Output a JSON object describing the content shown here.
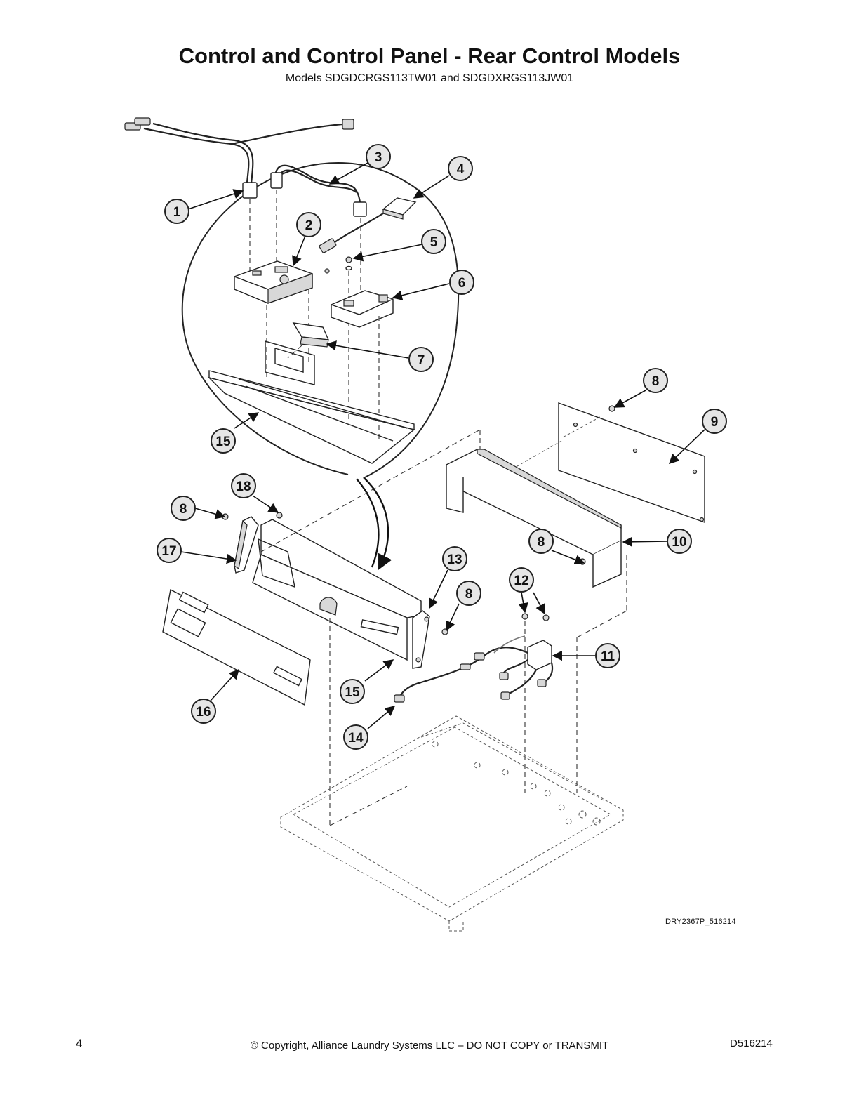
{
  "header": {
    "title": "Control and Control Panel - Rear Control Models",
    "subtitle": "Models SDGDCRGS113TW01 and SDGDXRGS113JW01"
  },
  "diagram": {
    "drawing_id": "DRY2367P_516214",
    "callouts": [
      "1",
      "2",
      "3",
      "4",
      "5",
      "6",
      "7",
      "8",
      "9",
      "10",
      "11",
      "12",
      "13",
      "14",
      "15",
      "16",
      "17",
      "18"
    ]
  },
  "footer": {
    "page_number": "4",
    "copyright": "© Copyright, Alliance Laundry Systems LLC – DO NOT COPY or TRANSMIT",
    "document_id": "D516214"
  }
}
